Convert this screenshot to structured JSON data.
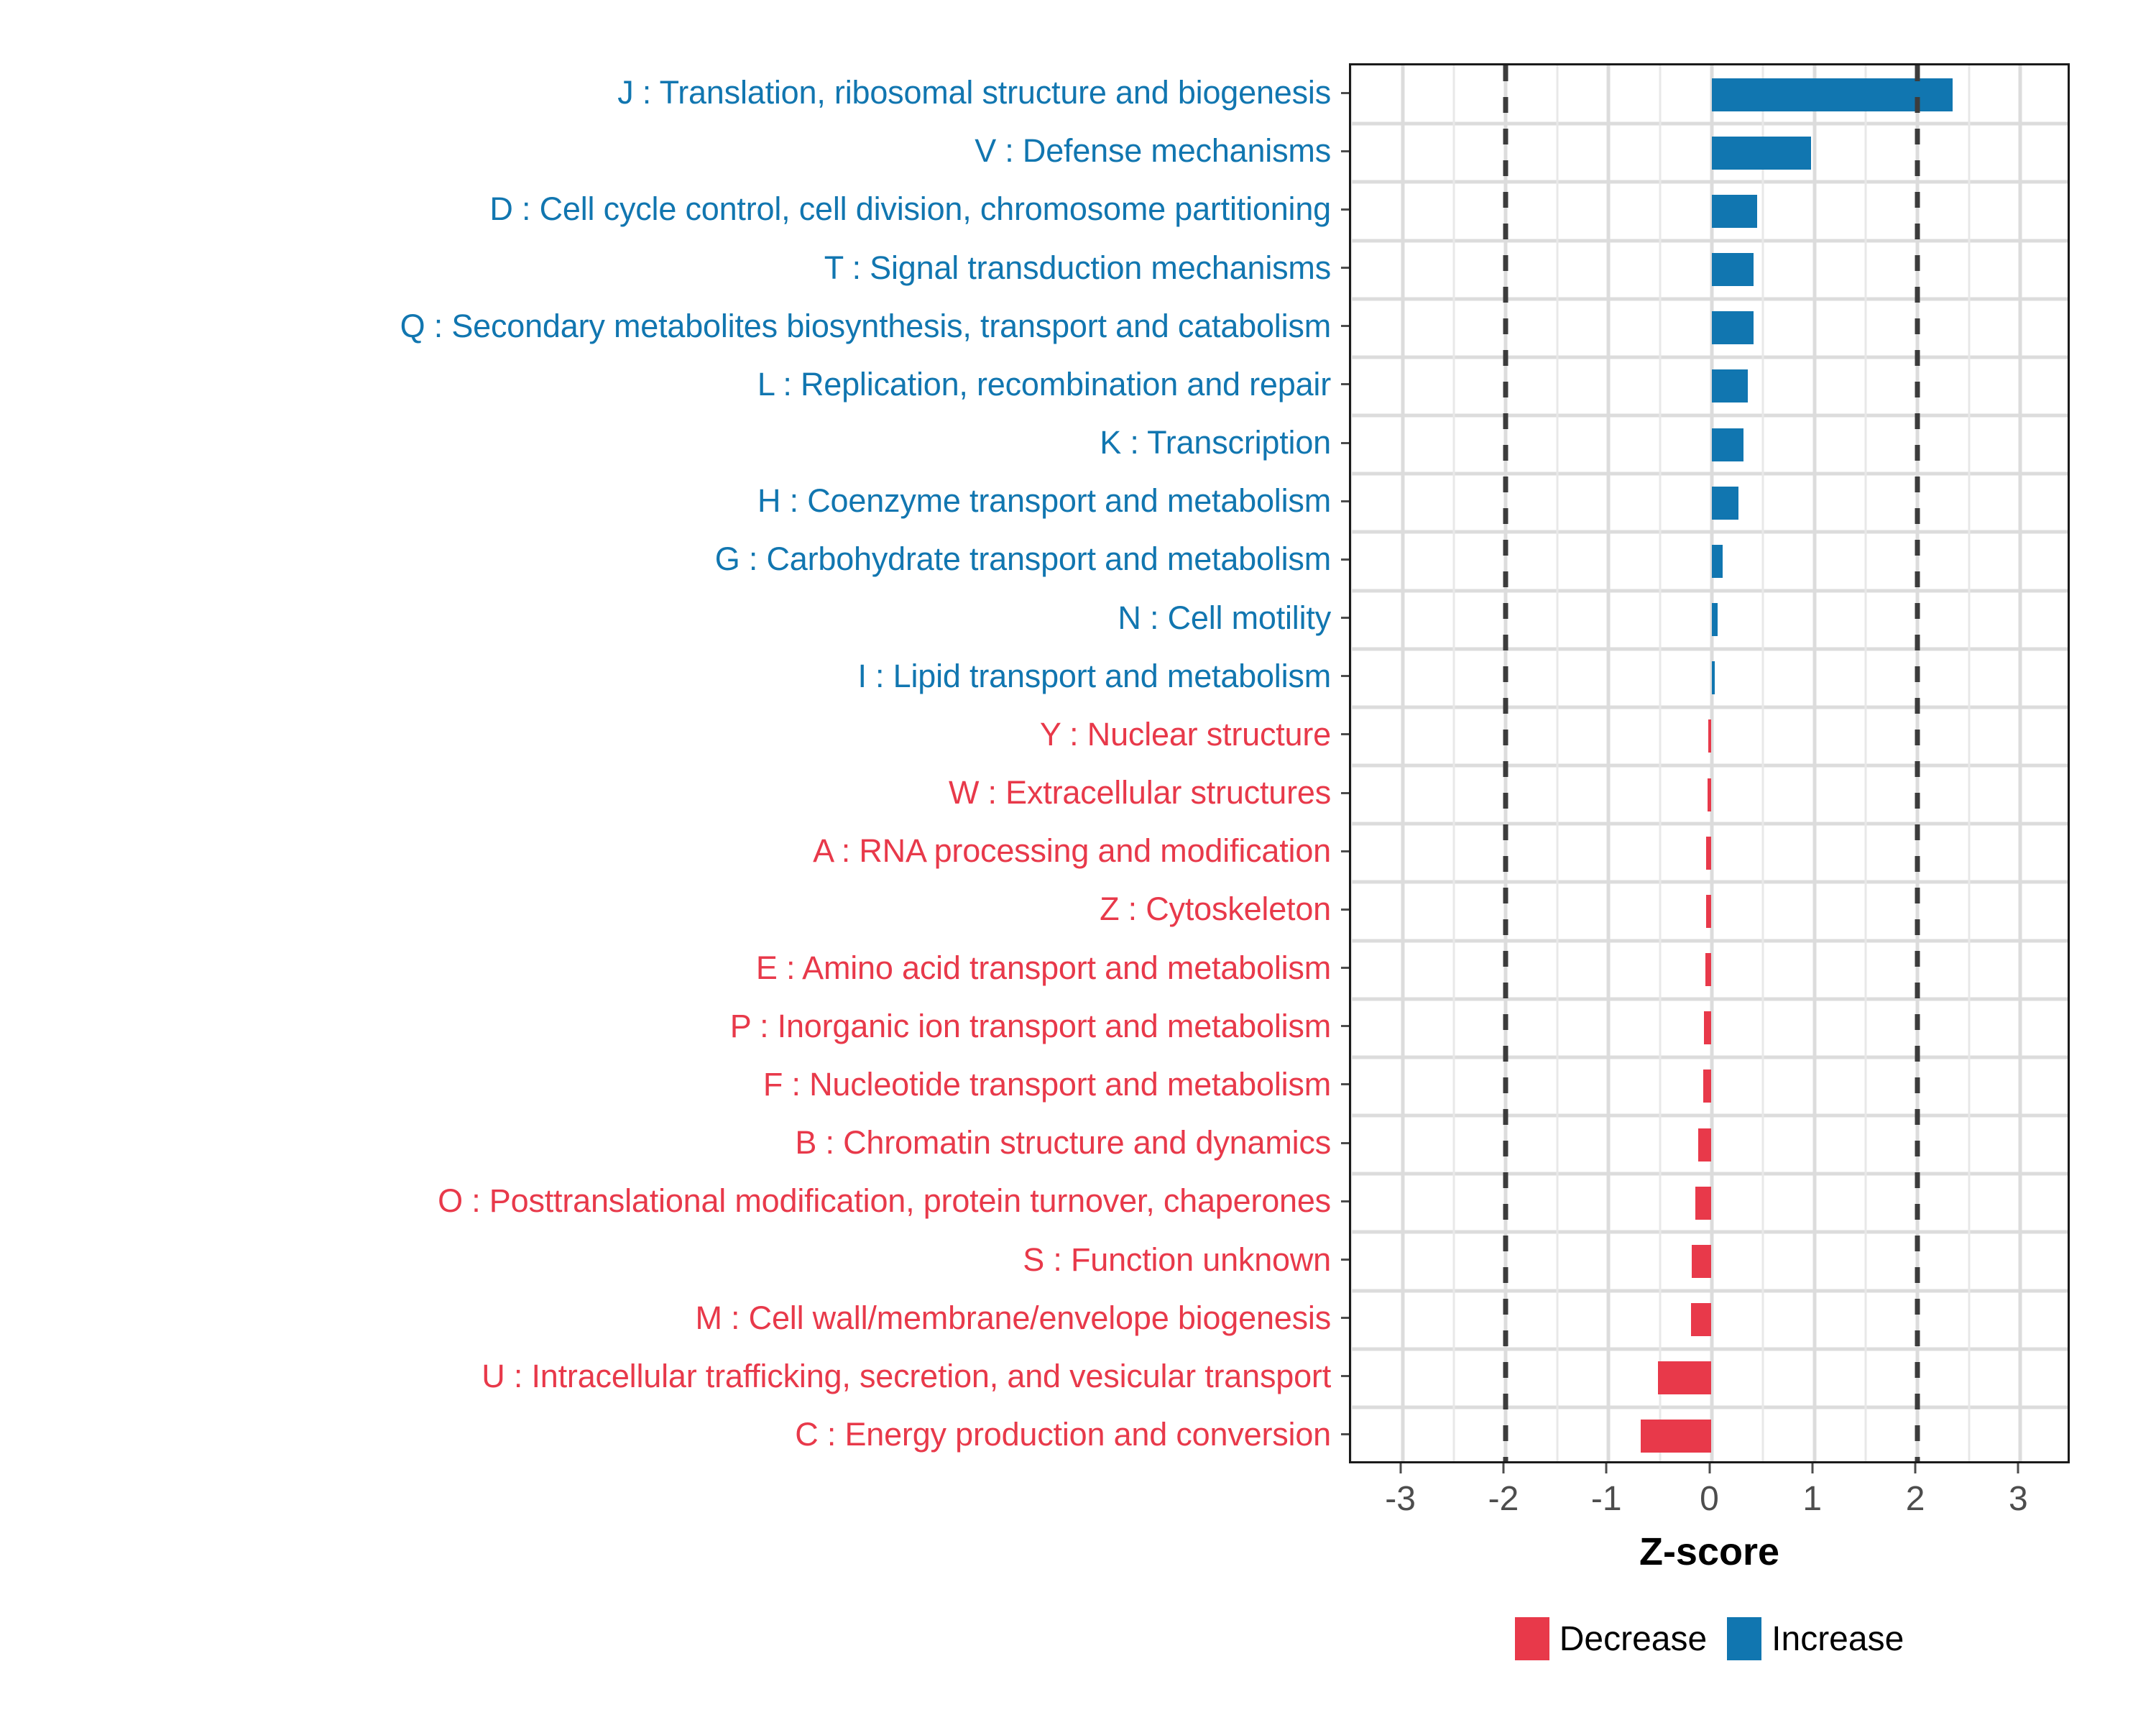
{
  "chart_data": {
    "type": "bar",
    "orientation": "horizontal",
    "title": "",
    "xlabel": "Z-score",
    "ylabel": "",
    "xlim": [
      -3.5,
      3.5
    ],
    "xticks": [
      -3,
      -2,
      -1,
      0,
      1,
      2,
      3
    ],
    "xticklabels": [
      "-3",
      "-2",
      "-1",
      "0",
      "1",
      "2",
      "3"
    ],
    "grid": true,
    "grid_axis": "both",
    "threshold_lines": [
      -2,
      2
    ],
    "threshold_style": "dashed",
    "legend_position": "bottom",
    "categories": [
      "J : Translation, ribosomal structure and biogenesis",
      "V : Defense mechanisms",
      "D : Cell cycle control, cell division, chromosome partitioning",
      "T : Signal transduction mechanisms",
      "Q : Secondary metabolites biosynthesis, transport and catabolism",
      "L : Replication, recombination and repair",
      "K : Transcription",
      "H : Coenzyme transport and metabolism",
      "G : Carbohydrate transport and metabolism",
      "N : Cell motility",
      "I : Lipid transport and metabolism",
      "Y : Nuclear structure",
      "W : Extracellular structures",
      "A : RNA processing and modification",
      "Z : Cytoskeleton",
      "E : Amino acid transport and metabolism",
      "P : Inorganic ion transport and metabolism",
      "F : Nucleotide transport and metabolism",
      "B : Chromatin structure and dynamics",
      "O : Posttranslational modification, protein turnover, chaperones",
      "S : Function unknown",
      "M : Cell wall/membrane/envelope biogenesis",
      "U : Intracellular trafficking, secretion, and vesicular transport",
      "C : Energy production and conversion"
    ],
    "values": [
      2.34,
      0.97,
      0.44,
      0.41,
      0.41,
      0.35,
      0.31,
      0.26,
      0.11,
      0.06,
      0.03,
      -0.03,
      -0.04,
      -0.05,
      -0.05,
      -0.06,
      -0.07,
      -0.08,
      -0.13,
      -0.16,
      -0.19,
      -0.2,
      -0.52,
      -0.69
    ],
    "direction": [
      "Increase",
      "Increase",
      "Increase",
      "Increase",
      "Increase",
      "Increase",
      "Increase",
      "Increase",
      "Increase",
      "Increase",
      "Increase",
      "Decrease",
      "Decrease",
      "Decrease",
      "Decrease",
      "Decrease",
      "Decrease",
      "Decrease",
      "Decrease",
      "Decrease",
      "Decrease",
      "Decrease",
      "Decrease",
      "Decrease"
    ],
    "legend": [
      {
        "label": "Decrease",
        "color": "#E8394A"
      },
      {
        "label": "Increase",
        "color": "#1176B0"
      }
    ],
    "colors": {
      "increase": "#1176B0",
      "decrease": "#E8394A",
      "grid": "#dcdcdc",
      "axis": "#1a1a1a",
      "tick_text": "#4d4d4d",
      "threshold": "#3c3c3c"
    }
  }
}
